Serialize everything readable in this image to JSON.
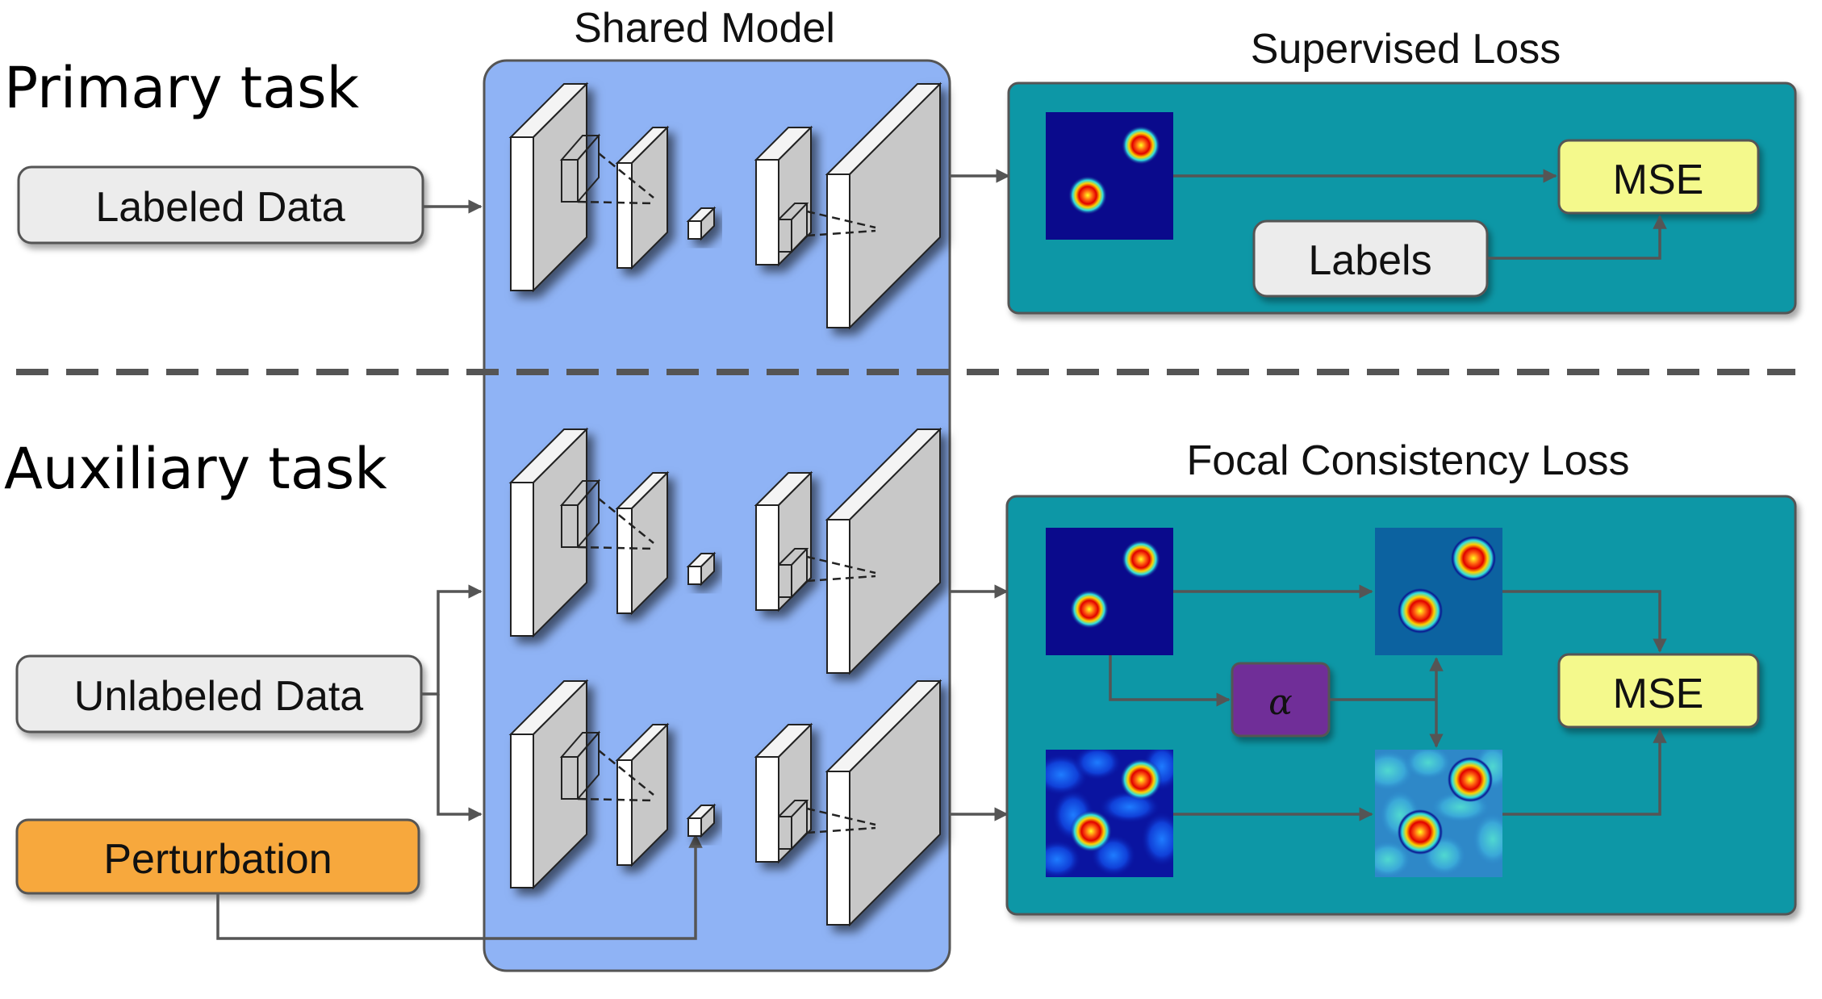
{
  "primary_task": {
    "title": "Primary task"
  },
  "auxiliary_task": {
    "title": "Auxiliary task"
  },
  "shared_model": {
    "title": "Shared Model"
  },
  "inputs": {
    "labeled": "Labeled Data",
    "unlabeled": "Unlabeled Data",
    "perturbation": "Perturbation"
  },
  "supervised_loss": {
    "title": "Supervised Loss",
    "mse": "MSE",
    "labels": "Labels"
  },
  "focal_loss": {
    "title": "Focal Consistency Loss",
    "alpha": "α",
    "mse": "MSE"
  },
  "colors": {
    "model_panel": "#8fb3f5",
    "loss_panel": "#0e97a6",
    "mse_box": "#f4f98c",
    "perturbation_box": "#f7a83c",
    "alpha_box": "#6f2f98",
    "input_box": "#ececec"
  }
}
